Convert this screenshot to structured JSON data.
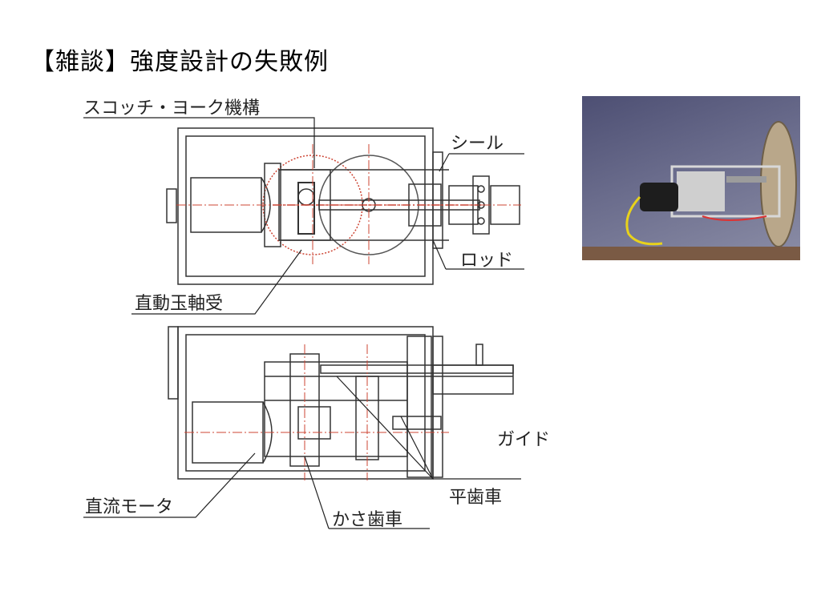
{
  "slide": {
    "title": "【雑談】強度設計の失敗例"
  },
  "diagram": {
    "labels": {
      "scotch_yoke": "スコッチ・ヨーク機構",
      "seal": "シール",
      "rod": "ロッド",
      "linear_bearing": "直動玉軸受",
      "guide": "ガイド",
      "spur_gear": "平歯車",
      "bevel_gear": "かさ歯車",
      "dc_motor": "直流モータ"
    }
  },
  "photo": {
    "subject": "prototype-mechanism-photo"
  }
}
